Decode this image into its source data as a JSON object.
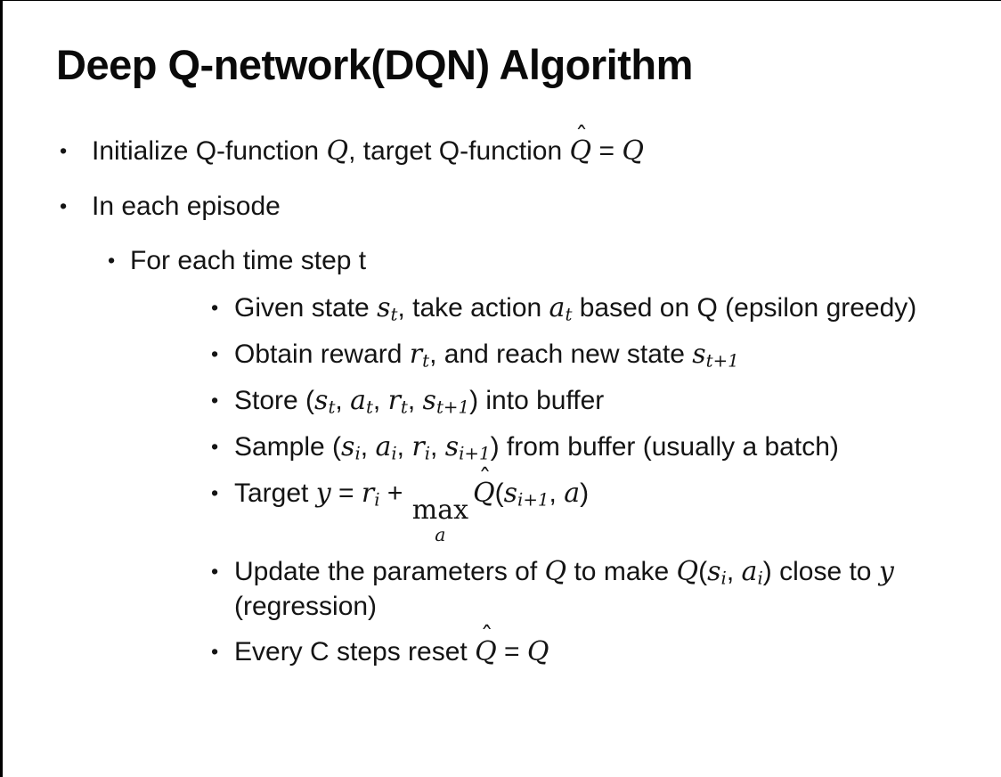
{
  "slide": {
    "title": "Deep Q-network(DQN) Algorithm",
    "bullet_marker": "•",
    "hat_glyph": "ˆ",
    "colors": {
      "background": "#ffffff",
      "text": "#141414",
      "title_text": "#0a0a0a",
      "border": "#000000"
    },
    "bullets": [
      {
        "level": 1,
        "segments": [
          {
            "t": "text",
            "v": "Initialize Q-function "
          },
          {
            "t": "math",
            "v": "Q"
          },
          {
            "t": "text",
            "v": ", target Q-function "
          },
          {
            "t": "mathhat",
            "v": "Q"
          },
          {
            "t": "text",
            "v": " = "
          },
          {
            "t": "math",
            "v": "Q"
          }
        ]
      },
      {
        "level": 1,
        "segments": [
          {
            "t": "text",
            "v": "In each episode"
          }
        ]
      },
      {
        "level": 2,
        "segments": [
          {
            "t": "text",
            "v": "For each time step t"
          }
        ]
      },
      {
        "level": 3,
        "segments": [
          {
            "t": "text",
            "v": "Given state "
          },
          {
            "t": "mathsub",
            "v": "s",
            "sub": "t"
          },
          {
            "t": "text",
            "v": ", take action "
          },
          {
            "t": "mathsub",
            "v": "a",
            "sub": "t"
          },
          {
            "t": "text",
            "v": " based on Q (epsilon greedy)"
          }
        ]
      },
      {
        "level": 3,
        "segments": [
          {
            "t": "text",
            "v": "Obtain reward "
          },
          {
            "t": "mathsub",
            "v": "r",
            "sub": "t"
          },
          {
            "t": "text",
            "v": ", and reach new state "
          },
          {
            "t": "mathsub",
            "v": "s",
            "sub": "t+1"
          }
        ]
      },
      {
        "level": 3,
        "segments": [
          {
            "t": "text",
            "v": "Store ("
          },
          {
            "t": "mathsub",
            "v": "s",
            "sub": "t"
          },
          {
            "t": "text",
            "v": ", "
          },
          {
            "t": "mathsub",
            "v": "a",
            "sub": "t"
          },
          {
            "t": "text",
            "v": ", "
          },
          {
            "t": "mathsub",
            "v": "r",
            "sub": "t"
          },
          {
            "t": "text",
            "v": ", "
          },
          {
            "t": "mathsub",
            "v": "s",
            "sub": "t+1"
          },
          {
            "t": "text",
            "v": ") into buffer"
          }
        ]
      },
      {
        "level": 3,
        "segments": [
          {
            "t": "text",
            "v": "Sample ("
          },
          {
            "t": "mathsub",
            "v": "s",
            "sub": "i"
          },
          {
            "t": "text",
            "v": ", "
          },
          {
            "t": "mathsub",
            "v": "a",
            "sub": "i"
          },
          {
            "t": "text",
            "v": ", "
          },
          {
            "t": "mathsub",
            "v": "r",
            "sub": "i"
          },
          {
            "t": "text",
            "v": ", "
          },
          {
            "t": "mathsub",
            "v": "s",
            "sub": "i+1"
          },
          {
            "t": "text",
            "v": ") from buffer (usually a batch)"
          }
        ]
      },
      {
        "level": 3,
        "segments": [
          {
            "t": "text",
            "v": "Target "
          },
          {
            "t": "math",
            "v": "y"
          },
          {
            "t": "text",
            "v": " = "
          },
          {
            "t": "mathsub",
            "v": "r",
            "sub": "i"
          },
          {
            "t": "text",
            "v": " + "
          },
          {
            "t": "max",
            "v": "max",
            "sub": "a"
          },
          {
            "t": "mathhat",
            "v": "Q"
          },
          {
            "t": "text",
            "v": "("
          },
          {
            "t": "mathsub",
            "v": "s",
            "sub": "i+1"
          },
          {
            "t": "text",
            "v": ", "
          },
          {
            "t": "math",
            "v": "a"
          },
          {
            "t": "text",
            "v": ")"
          }
        ]
      },
      {
        "level": 3,
        "segments": [
          {
            "t": "text",
            "v": "Update the parameters of "
          },
          {
            "t": "math",
            "v": "Q"
          },
          {
            "t": "text",
            "v": " to make "
          },
          {
            "t": "math",
            "v": "Q"
          },
          {
            "t": "text",
            "v": "("
          },
          {
            "t": "mathsub",
            "v": "s",
            "sub": "i"
          },
          {
            "t": "text",
            "v": ", "
          },
          {
            "t": "mathsub",
            "v": "a",
            "sub": "i"
          },
          {
            "t": "text",
            "v": ") close to "
          },
          {
            "t": "math",
            "v": "y"
          },
          {
            "t": "text",
            "v": " (regression)"
          }
        ]
      },
      {
        "level": 3,
        "segments": [
          {
            "t": "text",
            "v": "Every C steps reset "
          },
          {
            "t": "mathhat",
            "v": "Q"
          },
          {
            "t": "text",
            "v": " = "
          },
          {
            "t": "math",
            "v": "Q"
          }
        ]
      }
    ]
  }
}
